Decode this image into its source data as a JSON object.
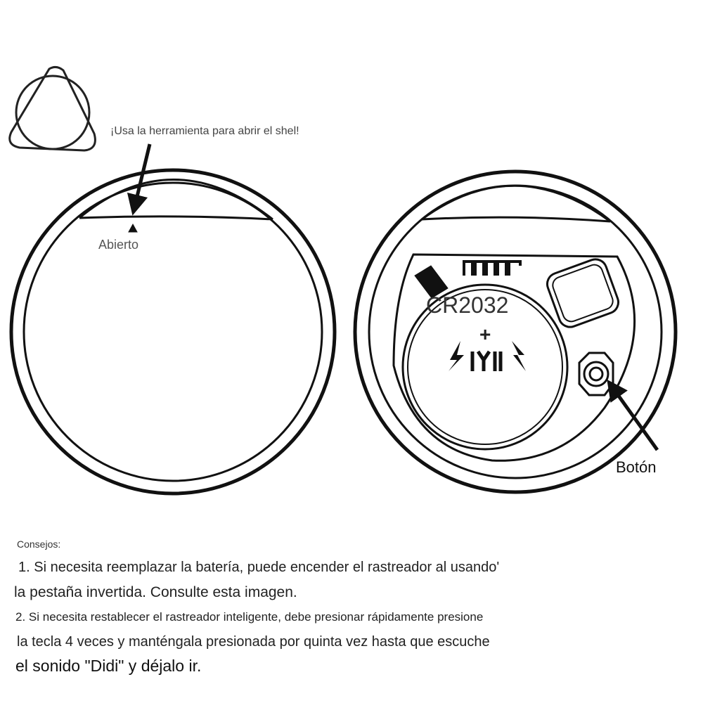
{
  "diagram": {
    "tool_hint": "¡Usa la herramienta para abrir el shel!",
    "open_label": "Abierto",
    "battery_label": "CR2032",
    "battery_plus": "+",
    "button_label": "Botón"
  },
  "tips": {
    "heading": "Consejos:",
    "line1a": "1. Si necesita reemplazar la batería, puede encender el rastreador al usando'",
    "line1b": "la pestaña invertida. Consulte esta imagen.",
    "line2a": "2. Si necesita restablecer el rastreador inteligente, debe presionar rápidamente presione",
    "line2b": "la tecla 4 veces y manténgala presionada por quinta vez hasta que escuche",
    "line2c": "el sonido \"Didi\" y déjalo ir."
  }
}
